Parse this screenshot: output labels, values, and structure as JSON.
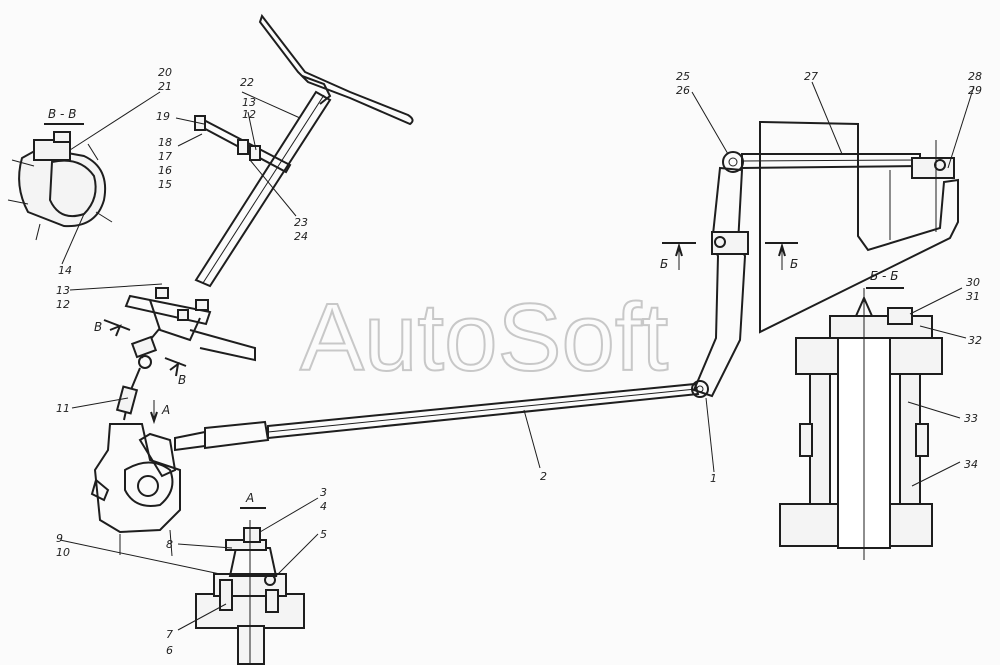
{
  "watermark": "AutoSoft",
  "sections": {
    "vv": "В - В",
    "bb": "Б - Б",
    "a": "А",
    "b_left": "Б",
    "b_right": "Б",
    "v_top": "В",
    "v_bottom": "В",
    "a_arrow": "А"
  },
  "callouts": [
    "20",
    "21",
    "22",
    "13",
    "12",
    "19",
    "18",
    "17",
    "16",
    "15",
    "23",
    "24",
    "14",
    "13",
    "12",
    "11",
    "9",
    "10",
    "8",
    "3",
    "4",
    "5",
    "7",
    "6",
    "2",
    "1",
    "25",
    "26",
    "27",
    "28",
    "29",
    "30",
    "31",
    "32",
    "33",
    "34"
  ]
}
